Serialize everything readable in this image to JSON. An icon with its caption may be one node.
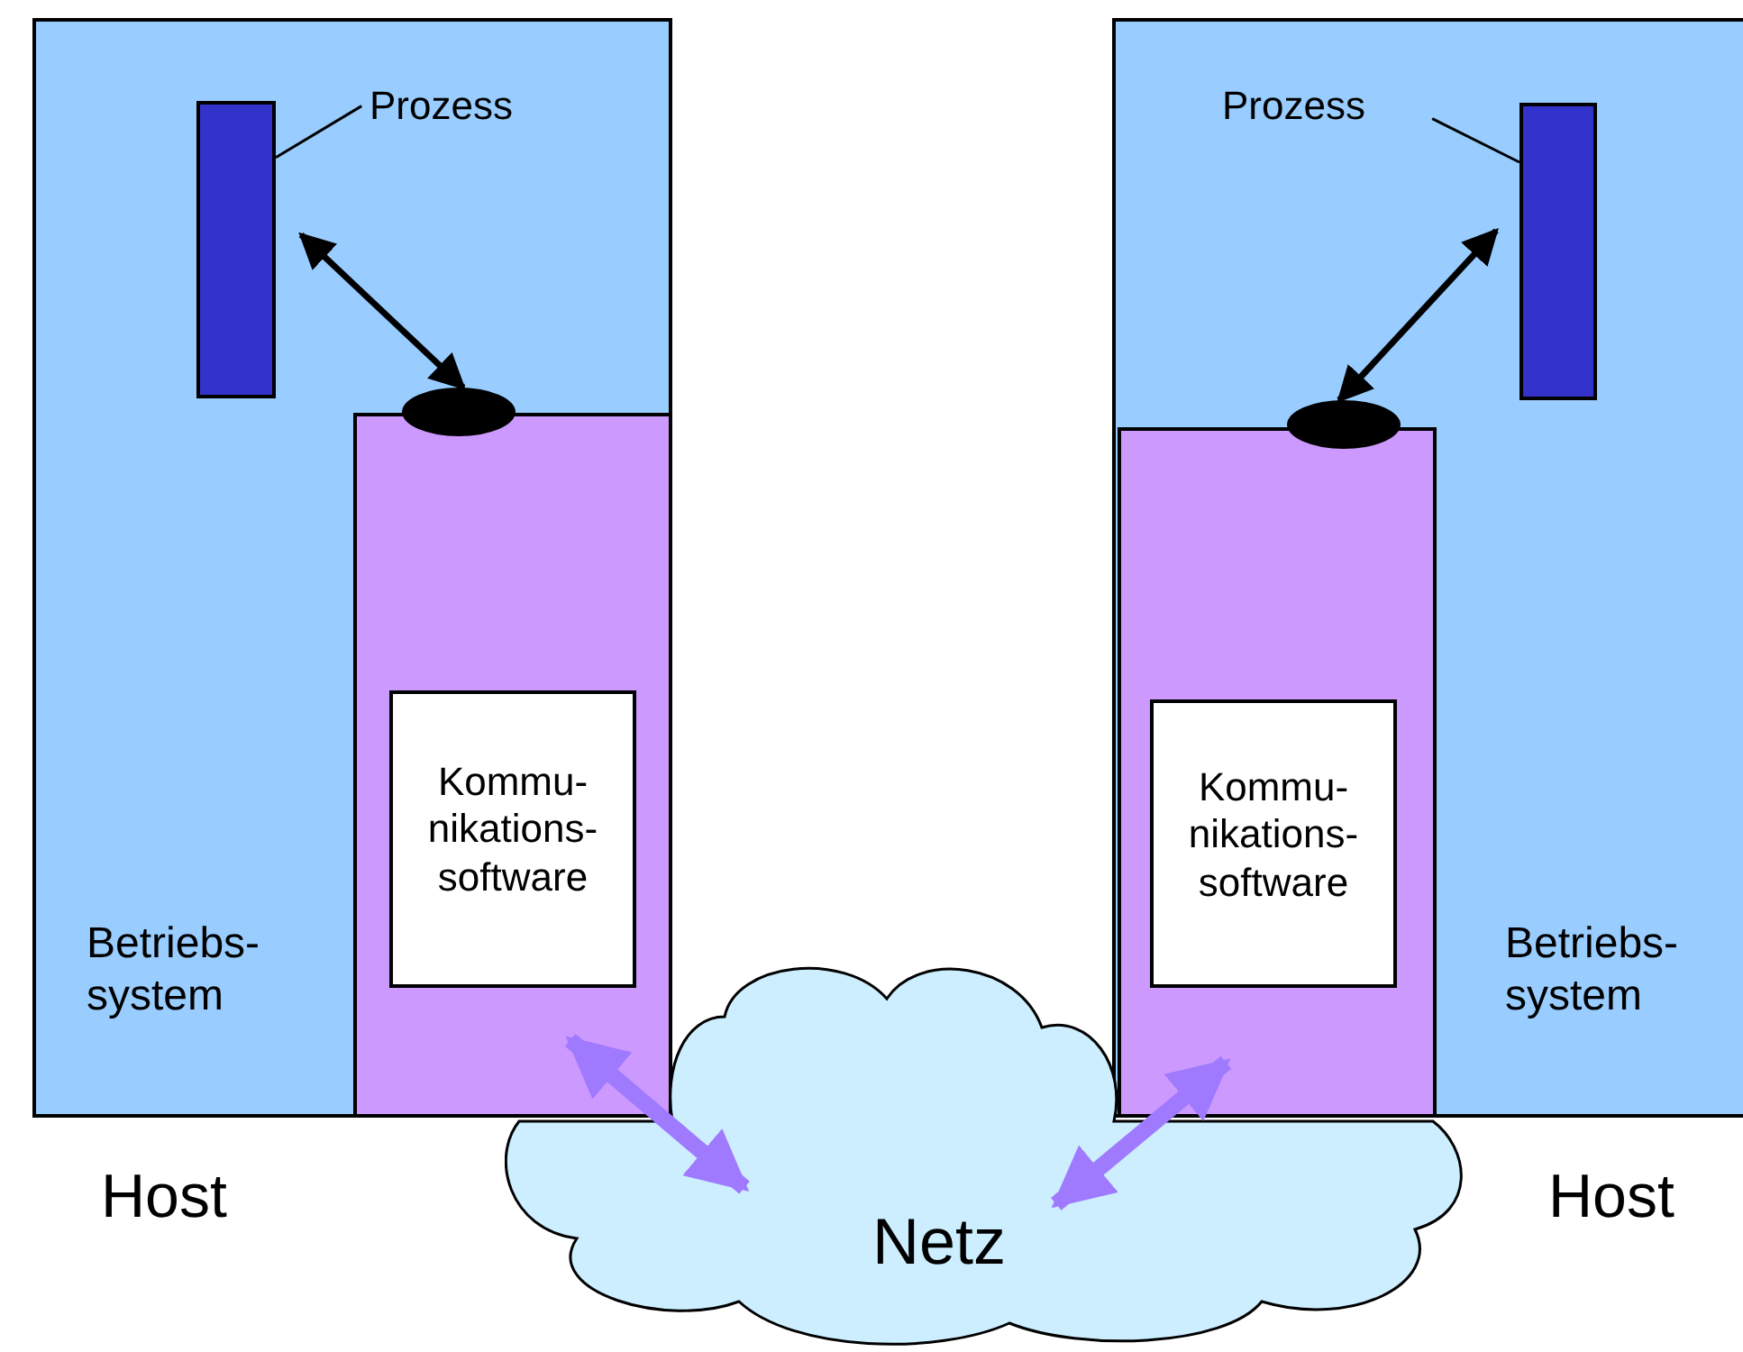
{
  "diagram": {
    "nodes": [
      {
        "text": [
          "Betriebs- system",
          "Host"
        ]
      },
      {
        "text": [
          "Prozess"
        ],
        "in": 0
      },
      {
        "text": [],
        "shape": "bar",
        "in": 0
      },
      {
        "text": [],
        "shape": "box",
        "in": 0
      },
      {
        "text": [],
        "shape": "ellipse",
        "in": 0
      },
      {
        "text": [
          "Kommu- nikations- software"
        ],
        "in": 3
      },
      {
        "text": [
          "Betriebs- system",
          "Host"
        ]
      },
      {
        "text": [
          "Prozess"
        ],
        "in": 6
      },
      {
        "text": [],
        "shape": "bar",
        "in": 6
      },
      {
        "text": [],
        "shape": "box",
        "in": 6
      },
      {
        "text": [],
        "shape": "ellipse",
        "in": 6
      },
      {
        "text": [
          "Kommu- nikations- software"
        ],
        "in": 9
      },
      {
        "text": [
          "Netz"
        ]
      }
    ],
    "edges": [
      {
        "from": 1,
        "to": 2,
        "arrow": "none"
      },
      {
        "from": 2,
        "to": 4,
        "arrow": "both"
      },
      {
        "from": 3,
        "to": 12,
        "arrow": "both",
        "style": "thick",
        "color": "#9f7aff"
      },
      {
        "from": 7,
        "to": 8,
        "arrow": "none"
      },
      {
        "from": 8,
        "to": 10,
        "arrow": "both"
      },
      {
        "from": 9,
        "to": 12,
        "arrow": "both",
        "style": "thick",
        "color": "#9f7aff"
      }
    ]
  }
}
